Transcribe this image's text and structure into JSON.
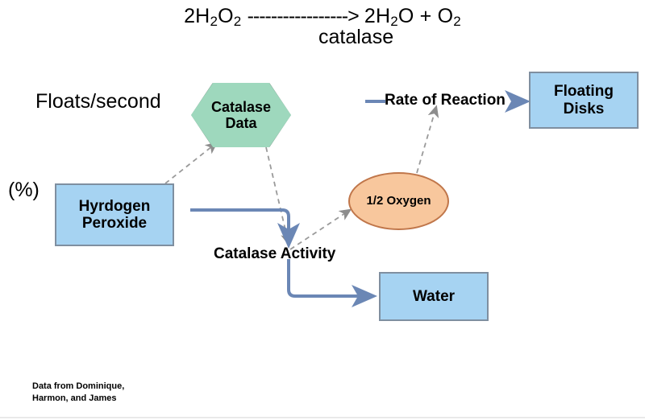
{
  "equation": {
    "reactant": "2H",
    "reactant_sub1": "2",
    "reactant_mid": "O",
    "reactant_sub2": "2",
    "arrow": "----------------->",
    "product_pre": "2H",
    "product_sub1": "2",
    "product_mid": "O + O",
    "product_sub2": "2",
    "enzyme": "catalase",
    "full_text": "2H2O2 -----------------> 2H2O + O2"
  },
  "axis_labels": {
    "y_top": "Floats/second",
    "y_bottom": "(%)"
  },
  "nodes": {
    "hydrogen_peroxide": "Hyrdogen\nPeroxide",
    "hydrogen_peroxide_line1": "Hyrdogen",
    "hydrogen_peroxide_line2": "Peroxide",
    "catalase_data_line1": "Catalase",
    "catalase_data_line2": "Data",
    "oxygen": "1/2 Oxygen",
    "water": "Water",
    "floating_disks_line1": "Floating",
    "floating_disks_line2": "Disks"
  },
  "edge_labels": {
    "rate_of_reaction": "Rate of Reaction",
    "catalase_activity": "Catalase Activity"
  },
  "credit": "Data from Dominique,\nHarmon, and James",
  "colors": {
    "box_fill": "#a6d3f2",
    "box_border": "#7f8fa0",
    "hexagon_fill": "#9ed8bd",
    "hexagon_border": "#7a9b8a",
    "oval_fill": "#f8c79d",
    "oval_border": "#c0764a",
    "connector_blue": "#6b87b5",
    "dashed_gray": "#9a9a9a",
    "text": "#000000",
    "background": "#ffffff"
  }
}
